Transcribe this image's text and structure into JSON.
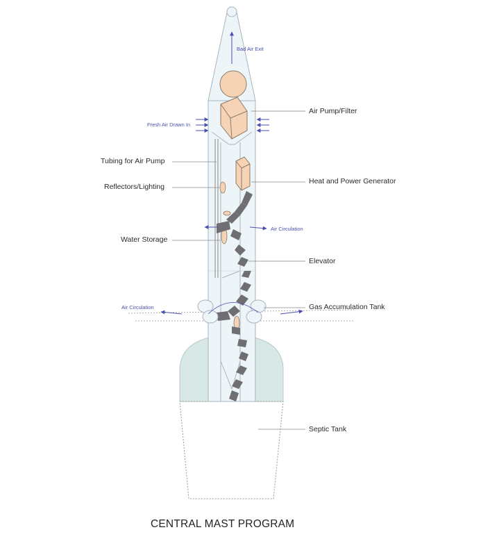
{
  "title": "CENTRAL MAST PROGRAM",
  "labels": {
    "air_pump_filter": "Air Pump/Filter",
    "tubing_air_pump": "Tubing for Air Pump",
    "heat_power_generator": "Heat and Power Generator",
    "reflectors_lighting": "Reflectors/Lighting",
    "water_storage": "Water Storage",
    "elevator": "Elevator",
    "gas_accumulation_tank": "Gas Accumulation Tank",
    "septic_tank": "Septic Tank"
  },
  "flow_labels": {
    "bad_air_exit": "Bad Air Exit",
    "fresh_air_drawn_in": "Fresh Air Drawn In",
    "air_circulation_upper": "Air Circulation",
    "air_circulation_lower": "Air Circulation"
  },
  "colors": {
    "outline": "#a8b4bc",
    "mast_fill": "#eef5f8",
    "component_fill": "#f6d3b5",
    "component_stroke": "#8a7a6c",
    "stair": "#6f6f73",
    "arrow": "#4a4fb0",
    "dome_fill": "#d8e8e6",
    "leader": "#888888"
  }
}
